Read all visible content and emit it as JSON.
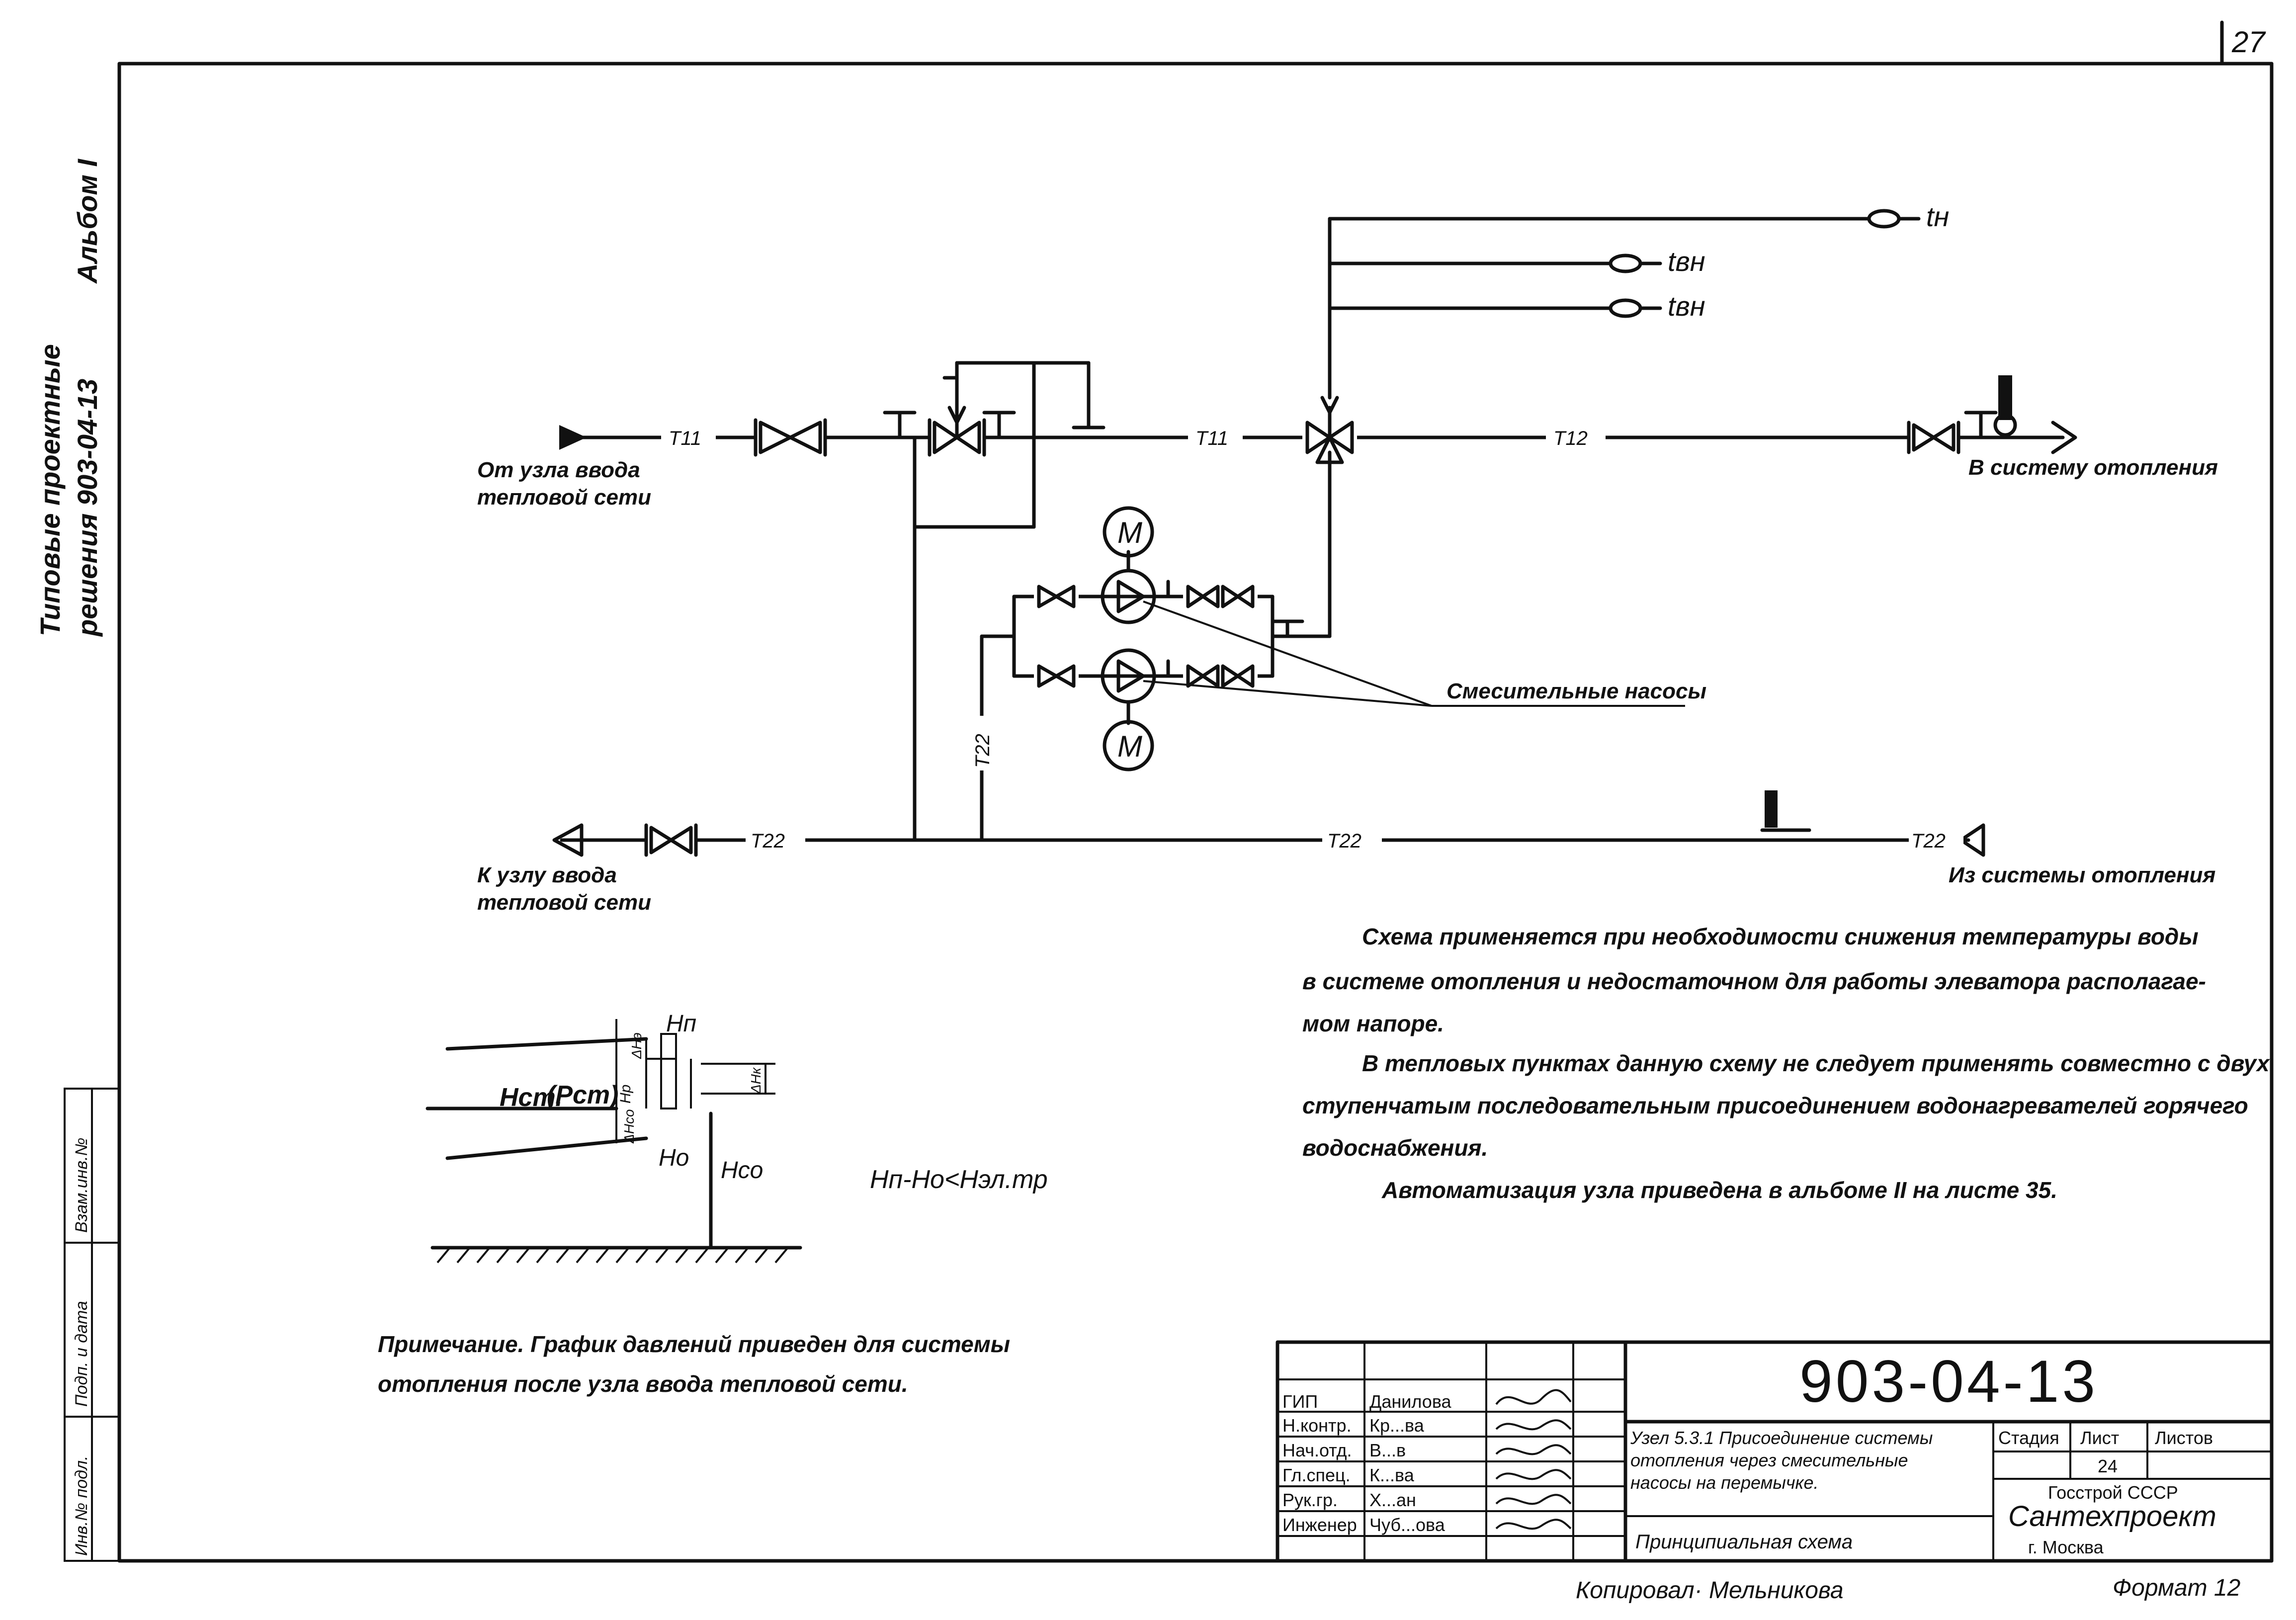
{
  "page_number": "27",
  "side_title": {
    "line1": "Типовые проектные",
    "line2": "решения 903-04-13",
    "album": "Альбом I"
  },
  "left_strip": {
    "inv_no": "Инв.№ подл.",
    "sign_date": "Подп. и дата",
    "replace": "Взам.инв.№"
  },
  "pipes": {
    "supply_label": "Т11",
    "return_label": "Т22",
    "mixed_label": "Т12",
    "bypass_label": "Т22"
  },
  "sensors": {
    "t_outdoor": "tн",
    "t_in_1": "tвн",
    "t_in_2": "tвн"
  },
  "callouts": {
    "from_node_line1": "От узла ввода",
    "from_node_line2": "тепловой сети",
    "to_heating": "В систему отопления",
    "to_node_line1": "К узлу ввода",
    "to_node_line2": "тепловой сети",
    "from_heating": "Из системы отопления",
    "mixing_pumps": "Смесительные насосы",
    "motor_symbol": "М"
  },
  "description": {
    "line1": "Схема применяется при необходимости снижения температуры воды",
    "line2": "в системе отопления и недостаточном для работы элеватора располагае-",
    "line3": "мом напоре.",
    "line4": "В тепловых пунктах данную схему не следует применять совместно с двух",
    "line5": "ступенчатым последовательным присоединением водонагревателей горячего",
    "line6": "водоснабжения.",
    "line7": "Автоматизация узла приведена в альбоме II на листе 35."
  },
  "pressure_graph": {
    "hn": "Нп",
    "hst": "Нст.",
    "pst": "(Рст)",
    "ho": "Но",
    "hco": "Нсо",
    "hp": "Нр",
    "dhcо": "ΔНсо",
    "dhe": "ΔНэ",
    "dhk": "ΔНк",
    "formula": "Нп-Но<Нэл.тр"
  },
  "note": {
    "line1": "Примечание. График давлений приведен для системы",
    "line2": "отопления после узла ввода тепловой сети."
  },
  "title_block": {
    "doc_code": "903-04-13",
    "roles": [
      "ГИП",
      "Н.контр.",
      "Нач.отд.",
      "Гл.спец.",
      "Рук.гр.",
      "Инженер"
    ],
    "names": [
      "Данилова",
      "Кр...ва",
      "В...в",
      "К...ва",
      "Х...ан",
      "Чуб...ова"
    ],
    "title_line1": "Узел 5.3.1 Присоединение системы",
    "title_line2": "отопления через смесительные",
    "title_line3": "насосы на перемычке.",
    "subtitle": "Принципиальная схема",
    "stage_header": "Стадия",
    "sheet_header": "Лист",
    "sheets_header": "Листов",
    "sheet_value": "24",
    "org_line1": "Госстрой СССР",
    "org_line2": "Сантехпроект",
    "org_line3": "г. Москва"
  },
  "footer": {
    "copied": "Копировал· Мельникова",
    "format": "Формат 12"
  }
}
